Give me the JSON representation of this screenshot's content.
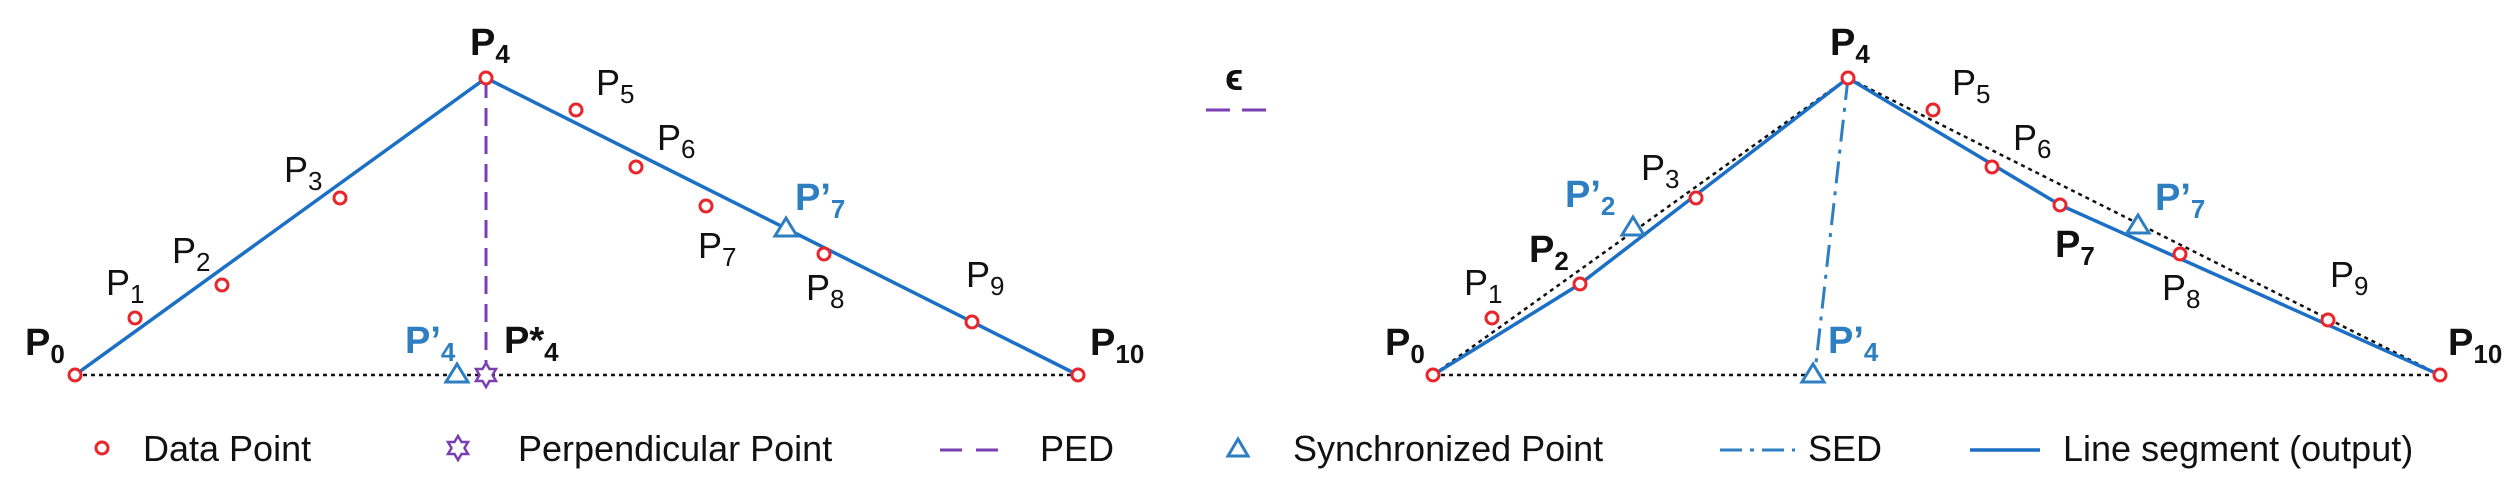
{
  "colors": {
    "segment": "#1b6fc4",
    "data_point": "#e8262b",
    "perpendicular": "#7a3fb0",
    "synchronized": "#2e7ec2",
    "baseline": "#111111"
  },
  "left": {
    "labels": {
      "p0": "P",
      "p0_sub": "0",
      "p1": "P",
      "p1_sub": "1",
      "p2": "P",
      "p2_sub": "2",
      "p3": "P",
      "p3_sub": "3",
      "p4": "P",
      "p4_sub": "4",
      "p5": "P",
      "p5_sub": "5",
      "p6": "P",
      "p6_sub": "6",
      "p7": "P",
      "p7_sub": "7",
      "p8": "P",
      "p8_sub": "8",
      "p9": "P",
      "p9_sub": "9",
      "p10": "P",
      "p10_sub": "10",
      "p7s": "P’",
      "p7s_sub": "7",
      "p4s": "P’",
      "p4s_sub": "4",
      "p4star": "P*",
      "p4star_sub": "4"
    }
  },
  "right": {
    "labels": {
      "p0": "P",
      "p0_sub": "0",
      "p1": "P",
      "p1_sub": "1",
      "p2": "P",
      "p2_sub": "2",
      "p3": "P",
      "p3_sub": "3",
      "p4": "P",
      "p4_sub": "4",
      "p5": "P",
      "p5_sub": "5",
      "p6": "P",
      "p6_sub": "6",
      "p7": "P",
      "p7_sub": "7",
      "p8": "P",
      "p8_sub": "8",
      "p9": "P",
      "p9_sub": "9",
      "p10": "P",
      "p10_sub": "10",
      "p2s": "P’",
      "p2s_sub": "2",
      "p7s": "P’",
      "p7s_sub": "7",
      "p4s": "P’",
      "p4s_sub": "4"
    }
  },
  "epsilon": "ϵ",
  "legend": {
    "data_point": "Data Point",
    "perpendicular_point": "Perpendicular Point",
    "ped": "PED",
    "synchronized_point": "Synchronized Point",
    "sed": "SED",
    "line_segment": "Line segment (output)"
  }
}
